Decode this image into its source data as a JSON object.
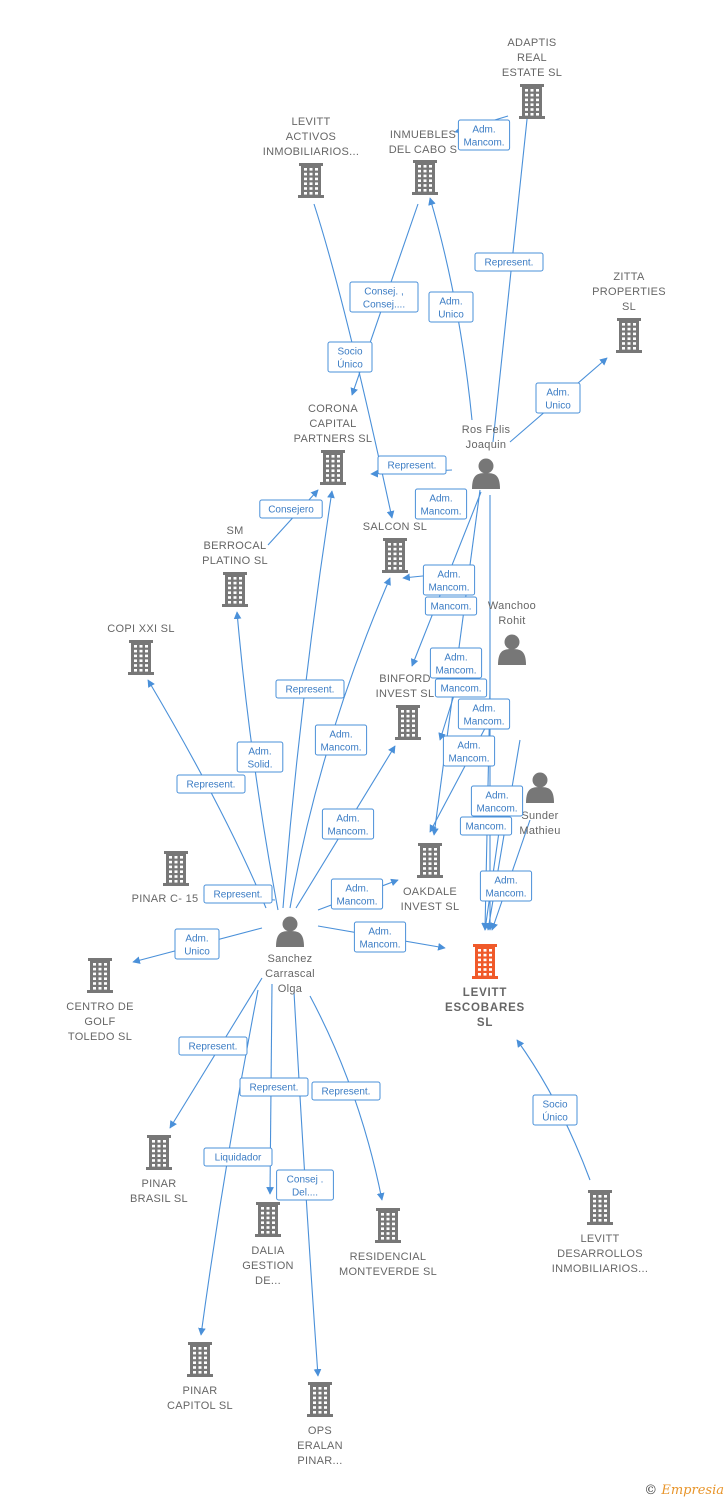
{
  "colors": {
    "edge": "#4a90d9",
    "company": "#777777",
    "focus_company": "#f05a2a",
    "person": "#777777"
  },
  "watermark": {
    "copyright": "©",
    "brand_initial": "E",
    "brand_rest": "mpresia"
  },
  "nodes": [
    {
      "id": "adaptis",
      "type": "company",
      "label": [
        "ADAPTIS",
        "REAL",
        "ESTATE  SL"
      ]
    },
    {
      "id": "levitt_activos",
      "type": "company",
      "label": [
        "LEVITT",
        "ACTIVOS",
        "INMOBILIARIOS..."
      ]
    },
    {
      "id": "inmuebles_cabo",
      "type": "company",
      "label": [
        "INMUEBLES",
        "DEL CABO S"
      ]
    },
    {
      "id": "zitta",
      "type": "company",
      "label": [
        "ZITTA",
        "PROPERTIES",
        "SL"
      ]
    },
    {
      "id": "ros_felis",
      "type": "person",
      "label": [
        "Ros Felis",
        "Joaquin"
      ]
    },
    {
      "id": "corona",
      "type": "company",
      "label": [
        "CORONA",
        "CAPITAL",
        "PARTNERS SL"
      ]
    },
    {
      "id": "sm_berrocal",
      "type": "company",
      "label": [
        "SM",
        "BERROCAL",
        "PLATINO SL"
      ]
    },
    {
      "id": "salcon",
      "type": "company",
      "label": [
        "SALCON  SL"
      ]
    },
    {
      "id": "copi_xxi",
      "type": "company",
      "label": [
        "COPI XXI SL"
      ]
    },
    {
      "id": "wanchoo",
      "type": "person",
      "label": [
        "Wanchoo",
        "Rohit"
      ]
    },
    {
      "id": "binford",
      "type": "company",
      "label": [
        "BINFORD",
        "INVEST  SL"
      ]
    },
    {
      "id": "sunder",
      "type": "person",
      "label": [
        "Sunder",
        "Mathieu"
      ]
    },
    {
      "id": "pinar_c15",
      "type": "company",
      "label": [
        "PINAR C- 15"
      ]
    },
    {
      "id": "oakdale",
      "type": "company",
      "label": [
        "OAKDALE",
        "INVEST  SL"
      ]
    },
    {
      "id": "sanchez",
      "type": "person",
      "label": [
        "Sanchez",
        "Carrascal",
        "Olga"
      ]
    },
    {
      "id": "levitt_escobares",
      "type": "focus",
      "label": [
        "LEVITT",
        "ESCOBARES",
        "SL"
      ]
    },
    {
      "id": "centro_golf",
      "type": "company",
      "label": [
        "CENTRO DE",
        "GOLF",
        "TOLEDO  SL"
      ]
    },
    {
      "id": "pinar_brasil",
      "type": "company",
      "label": [
        "PINAR",
        "BRASIL SL"
      ]
    },
    {
      "id": "dalia",
      "type": "company",
      "label": [
        "DALIA",
        "GESTION",
        "DE..."
      ]
    },
    {
      "id": "residencial",
      "type": "company",
      "label": [
        "RESIDENCIAL",
        "MONTEVERDE SL"
      ]
    },
    {
      "id": "levitt_desarrollos",
      "type": "company",
      "label": [
        "LEVITT",
        "DESARROLLOS",
        "INMOBILIARIOS..."
      ]
    },
    {
      "id": "pinar_capitol",
      "type": "company",
      "label": [
        "PINAR",
        "CAPITOL SL"
      ]
    },
    {
      "id": "ops_eralan",
      "type": "company",
      "label": [
        "OPS",
        "ERALAN",
        "PINAR..."
      ]
    }
  ],
  "edges": [
    {
      "label": [
        "Adm.",
        "Mancom."
      ]
    },
    {
      "label": [
        "Represent."
      ]
    },
    {
      "label": [
        "Adm.",
        "Unico"
      ]
    },
    {
      "label": [
        "Adm.",
        "Unico"
      ]
    },
    {
      "label": [
        "Consej. ,",
        "Consej...."
      ]
    },
    {
      "label": [
        "Socio",
        "Único"
      ]
    },
    {
      "label": [
        "Represent."
      ]
    },
    {
      "label": [
        "Adm.",
        "Mancom."
      ]
    },
    {
      "label": [
        "Consejero"
      ]
    },
    {
      "label": [
        "Adm.",
        "Mancom."
      ]
    },
    {
      "label": [
        "Mancom."
      ]
    },
    {
      "label": [
        "Adm.",
        "Mancom."
      ]
    },
    {
      "label": [
        "Mancom."
      ]
    },
    {
      "label": [
        "Adm.",
        "Mancom."
      ]
    },
    {
      "label": [
        "Adm.",
        "Mancom."
      ]
    },
    {
      "label": [
        "Adm.",
        "Mancom."
      ]
    },
    {
      "label": [
        "Mancom."
      ]
    },
    {
      "label": [
        "Adm.",
        "Mancom."
      ]
    },
    {
      "label": [
        "Represent."
      ]
    },
    {
      "label": [
        "Adm.",
        "Solid."
      ]
    },
    {
      "label": [
        "Adm.",
        "Mancom."
      ]
    },
    {
      "label": [
        "Represent."
      ]
    },
    {
      "label": [
        "Adm.",
        "Mancom."
      ]
    },
    {
      "label": [
        "Represent."
      ]
    },
    {
      "label": [
        "Adm.",
        "Mancom."
      ]
    },
    {
      "label": [
        "Adm.",
        "Unico"
      ]
    },
    {
      "label": [
        "Adm.",
        "Mancom."
      ]
    },
    {
      "label": [
        "Represent."
      ]
    },
    {
      "label": [
        "Represent."
      ]
    },
    {
      "label": [
        "Liquidador"
      ]
    },
    {
      "label": [
        "Consej .",
        "Del...."
      ]
    },
    {
      "label": [
        "Represent."
      ]
    },
    {
      "label": [
        "Socio",
        "Único"
      ]
    }
  ]
}
